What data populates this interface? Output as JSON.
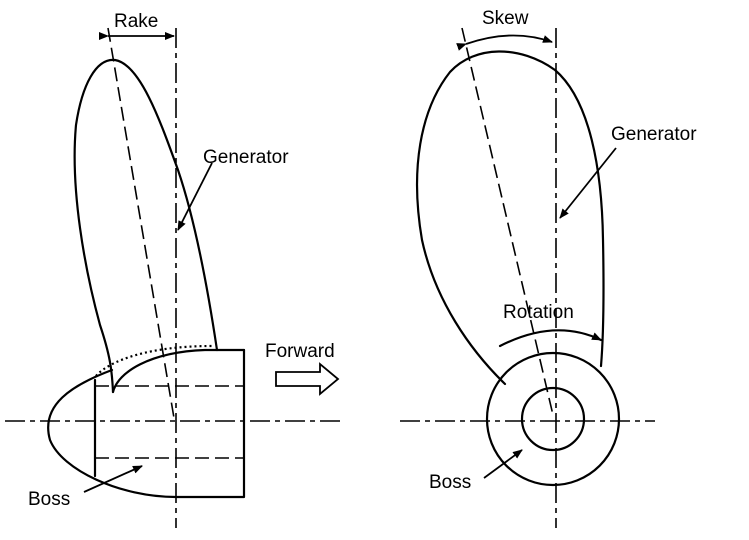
{
  "labels": {
    "rake": "Rake",
    "skew": "Skew",
    "generator_side": "Generator",
    "generator_front": "Generator",
    "forward": "Forward",
    "rotation": "Rotation",
    "boss_side": "Boss",
    "boss_front": "Boss"
  }
}
